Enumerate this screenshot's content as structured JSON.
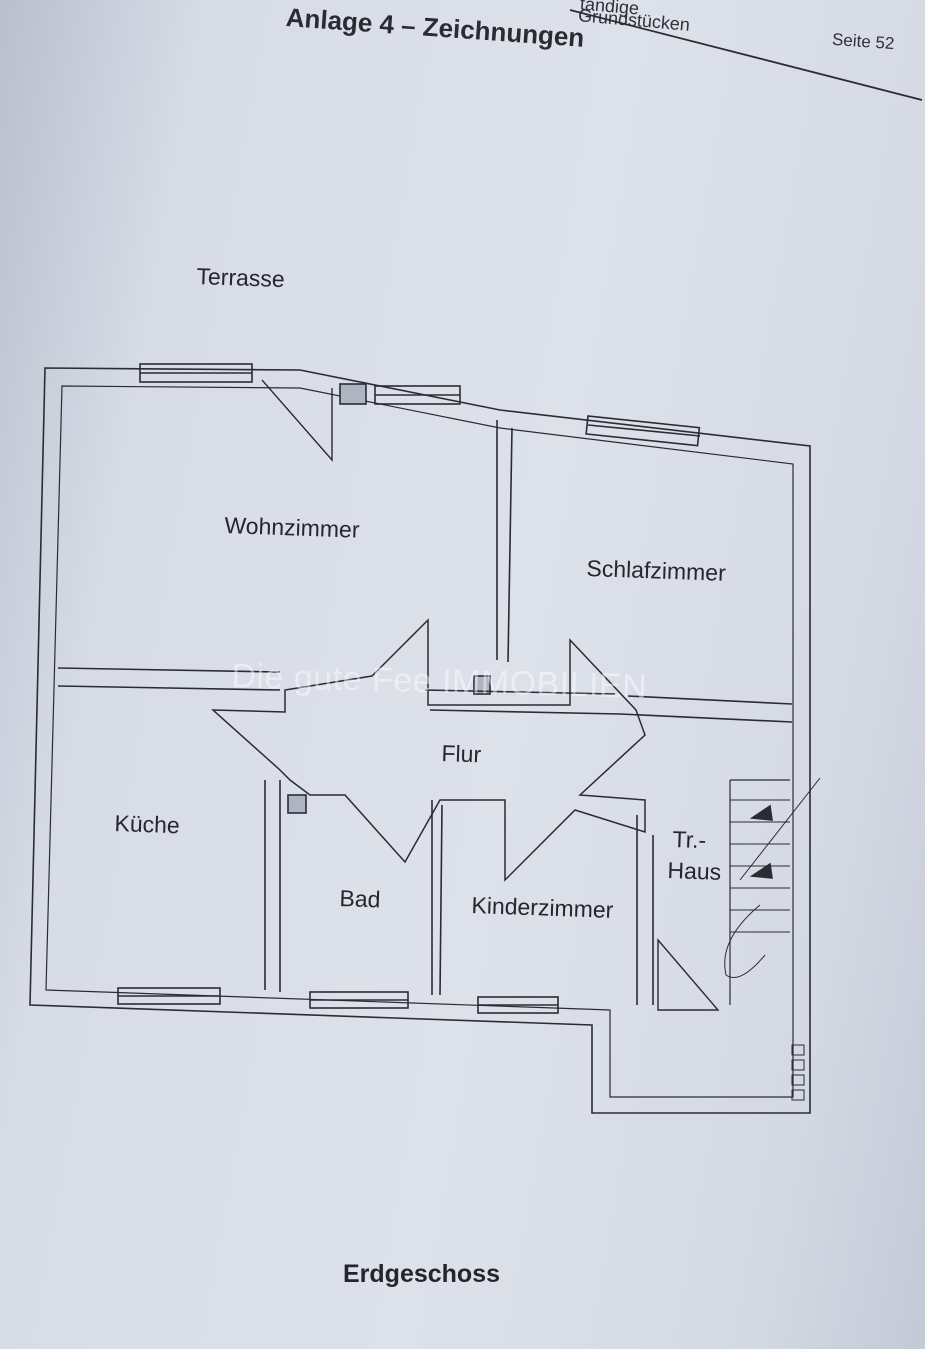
{
  "header": {
    "title": "Anlage 4 – Zeichnungen",
    "fragment_line1": "tändige",
    "fragment_line2": "Grundstücken",
    "page_label": "Seite 52"
  },
  "plan": {
    "terrace_label": "Terrasse",
    "rooms": {
      "wohnzimmer": "Wohnzimmer",
      "schlafzimmer": "Schlafzimmer",
      "flur": "Flur",
      "kueche": "Küche",
      "bad": "Bad",
      "kinderzimmer": "Kinderzimmer",
      "treppenhaus_line1": "Tr.-",
      "treppenhaus_line2": "Haus"
    },
    "watermark": "Die gute Fee IMMOBILIEN"
  },
  "footer": {
    "floor_title": "Erdgeschoss"
  },
  "colors": {
    "paper": "#dde1ea",
    "ink": "#2a2c33"
  }
}
